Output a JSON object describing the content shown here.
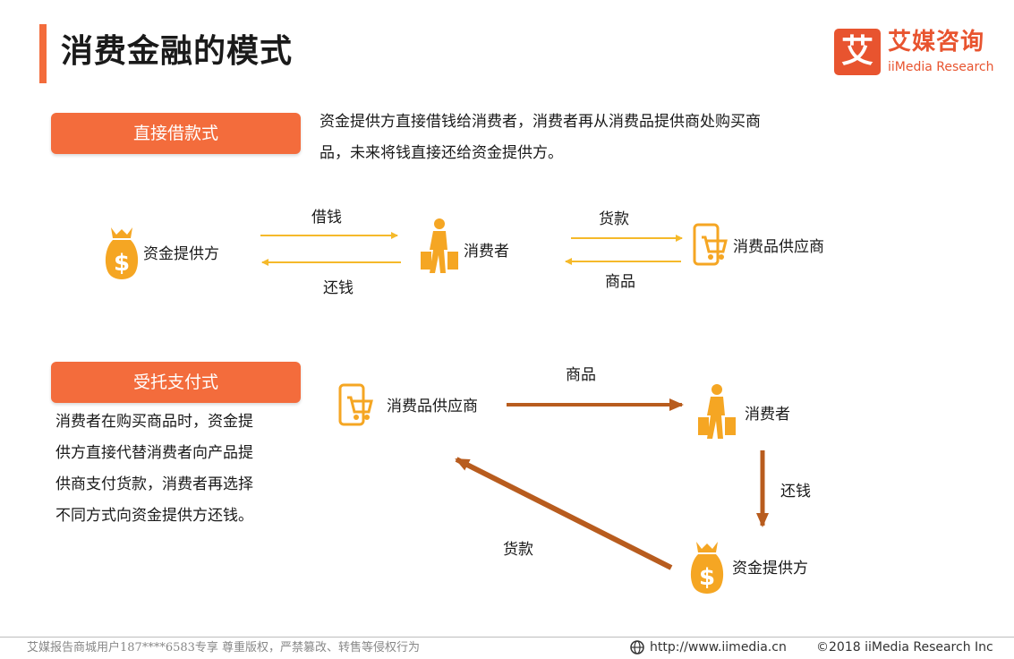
{
  "title": "消费金融的模式",
  "logo": {
    "mark": "艾",
    "cn": "艾媒咨询",
    "en": "iiMedia Research"
  },
  "direct": {
    "heading": "直接借款式",
    "desc_line1": "资金提供方直接借钱给消费者，消费者再从消费品提供商处购买商",
    "desc_line2": "品，未来将钱直接还给资金提供方。",
    "nodes": {
      "lender": "资金提供方",
      "consumer": "消费者",
      "supplier": "消费品供应商"
    },
    "edges": {
      "borrow": "借钱",
      "repay": "还钱",
      "payment": "货款",
      "goods": "商品"
    }
  },
  "entrusted": {
    "heading": "受托支付式",
    "desc_lines": [
      "消费者在购买商品时，资金提",
      "供方直接代替消费者向产品提",
      "供商支付货款，消费者再选择",
      "不同方式向资金提供方还钱。"
    ],
    "nodes": {
      "supplier": "消费品供应商",
      "consumer": "消费者",
      "lender": "资金提供方"
    },
    "edges": {
      "goods": "商品",
      "repay": "还钱",
      "payment": "货款"
    }
  },
  "footer": {
    "left": "艾媒报告商城用户187****6583专享 尊重版权，严禁篡改、转售等侵权行为",
    "url": "http://www.iimedia.cn",
    "copyright": "©2018  iiMedia Research  Inc"
  },
  "colors": {
    "accent": "#f36c3c",
    "icon": "#f5a623",
    "thin_arrow": "#f5b92a",
    "thick_arrow": "#b85c1e"
  },
  "icons": {
    "money_bag": "money-bag-icon",
    "shopper": "shopper-icon",
    "phone_cart": "phone-cart-icon",
    "globe": "globe-icon"
  }
}
